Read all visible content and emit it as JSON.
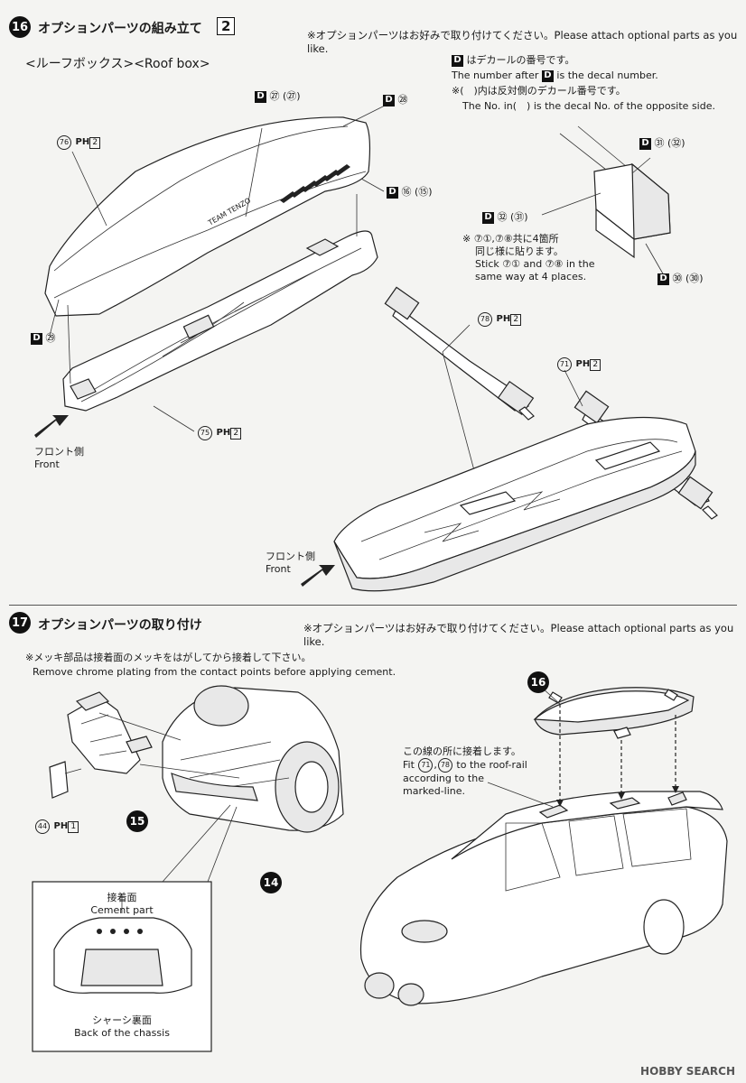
{
  "step16": {
    "number": "16",
    "title": "オプションパーツの組み立て",
    "count": "2",
    "note": "※オプションパーツはお好みで取り付けてください。Please attach optional parts as you like.",
    "subtitle": "<ルーフボックス><Roof box>",
    "decal_note": {
      "line1_jp": "はデカールの番号です。",
      "line1_en_pre": "The number after",
      "line1_en_post": "is the decal number.",
      "line2_jp": "※(　)内は反対側のデカール番号です。",
      "line2_en": "The No. in(　) is the decal No. of the opposite side."
    },
    "labels": {
      "d_27": "㉗ (㉗)",
      "d_28": "㉘",
      "d_16": "⑯ (⑮)",
      "d_29": "㉙",
      "d_31": "㉛ (㉜)",
      "d_32": "㉜ (㉛)",
      "d_30": "㉚ (㉚)",
      "p76": "76",
      "p75": "75",
      "p78": "78",
      "p71": "71",
      "ph": "PH",
      "qty2": "2",
      "d": "D"
    },
    "stick_note": {
      "jp1": "※ ⑦①,⑦⑧共に4箇所",
      "jp2": "同じ様に貼ります。",
      "en1": "Stick ⑦① and ⑦⑧ in the",
      "en2": "same way at 4 places."
    },
    "front_jp": "フロント側",
    "front_en": "Front",
    "box_text": "TEAM TENZO"
  },
  "step17": {
    "number": "17",
    "title": "オプションパーツの取り付け",
    "note": "※オプションパーツはお好みで取り付けてください。Please attach optional parts as you like.",
    "chrome_jp": "※メッキ部品は接着面のメッキをはがしてから接着して下さい。",
    "chrome_en": "Remove chrome plating from the contact points before applying cement.",
    "roof_jp": "この線の所に接着します。",
    "roof_en1_pre": "Fit",
    "roof_en1_post": "to the roof-rail",
    "roof_en2": "according to the",
    "roof_en3": "marked-line.",
    "callout16": "16",
    "callout15": "15",
    "callout14": "14",
    "part44": "44",
    "qty1": "1",
    "inset_jp": "接着面",
    "inset_en": "Cement part",
    "inset_bottom_jp": "シャーシ裏面",
    "inset_bottom_en": "Back of the chassis"
  },
  "watermark": "HOBBY SEARCH"
}
